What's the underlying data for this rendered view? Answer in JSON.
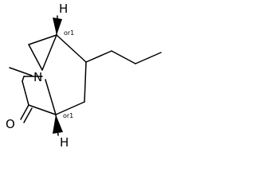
{
  "molecule": {
    "atoms": {
      "nitrogen": "N",
      "oxygen": "O",
      "hydrogen_top": "H",
      "hydrogen_bottom": "H"
    },
    "stereo_labels": {
      "top": "or1",
      "bottom": "or1"
    },
    "colors": {
      "bond": "#000000",
      "text": "#000000",
      "background": "#ffffff"
    }
  }
}
